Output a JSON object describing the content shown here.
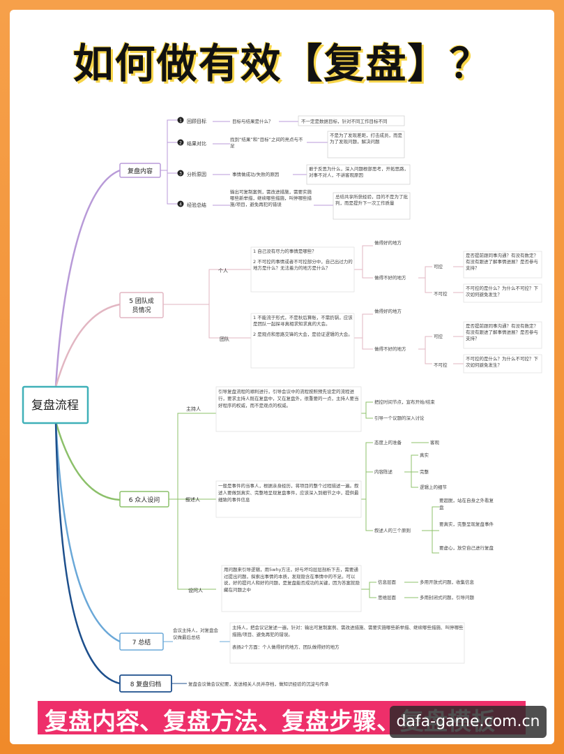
{
  "title": "如何做有效【复盘】？",
  "root": "复盘流程",
  "sections": {
    "content": {
      "label": "复盘内容",
      "items": [
        {
          "num": "1",
          "name": "回顾目标",
          "desc": "目标与结果是什么？",
          "note": "不一定是数据目标，针对不同工作目标不同"
        },
        {
          "num": "2",
          "name": "结果对比",
          "desc": "找到“结果”和“目标”之间的亮点与不足",
          "note": "不是为了发现差距，打击成员，而是为了发现问题，解决问题"
        },
        {
          "num": "3",
          "name": "分析原因",
          "desc": "事情做成功/失败的原因",
          "note": "敢于反思为什么，深入问题根部思考，开拓思路，对事不对人，不讲客观原因"
        },
        {
          "num": "4",
          "name": "经验总结",
          "desc": "输出可复制案例，需改进措施，需要实施哪些新举措，继续哪些措施，叫停哪些措施/项目，避免再犯的错误",
          "note": "总结共享所获经验，目的不是为了批判，而是提升下一次工作质量"
        }
      ]
    },
    "team": {
      "label_line1": "5 团队成",
      "label_line2": "员情况",
      "person": {
        "label": "个人",
        "q1": "1 自己没有尽力的事情是哪些？",
        "q2": "2 不可控的事情或者不可控部分中，自己出过力的地方是什么？无法着力的地方是什么？",
        "good": "做得好的地方",
        "bad": "做得不好的地方",
        "ctrl": "可控",
        "unctrl": "不可控",
        "ctrl_note": "是否提前跟同事沟通？有没有数定？有没有跟进了解事情进展？是否参与支持？",
        "unctrl_note": "不可控的是什么？为什么不可控？下次如何避免发生？"
      },
      "group": {
        "label": "团队",
        "q1": "1 不能流于形式，不是秋后算账，不需扔锅，应该是团队一起探寻真相求知求真的大会。",
        "q2": "2 是观点和思路交锋的大会，是验证逻辑的大会。",
        "good": "做得好的地方",
        "bad": "做得不好的地方",
        "ctrl": "可控",
        "unctrl": "不可控",
        "ctrl_note": "是否提前跟同事沟通？有没有数定？有没有跟进了解事情进展？是否参与支持？",
        "unctrl_note": "不可控的是什么？为什么不可控？下次如何避免发生？"
      }
    },
    "discuss": {
      "label": "6 众人设问",
      "host": {
        "label": "主持人",
        "text": "引导复盘流程的顺利进行，引导会议中的流程按照预先设定的流程进行，要求主持人既在复盘中，又在复盘外，很重要的一点，主持人要当好程序的权威，而不是观点的权威。",
        "r1": "把控时间节点，宣布开始/结束",
        "r2": "引导一个议题的深入讨论"
      },
      "narrator": {
        "label": "叙述人",
        "text": "一般是事件的当事人，根据亲身经历，将项目的整个过程描述一遍。叙述人要做到真实、完整地呈现复盘事件，应该深入到细节之中，提供最细致的事件信息",
        "attitude": "态度上的准备",
        "objective": "客观",
        "content": "内容陈述",
        "c1": "真实",
        "c2": "完整",
        "c3": "逻辑上的细节",
        "three": "叙述人的三个原则",
        "p1": "要超脱，站在自身之外看复盘",
        "p2": "要真实，完整呈现复盘事件",
        "p3": "要虚心，放空自己进行复盘"
      },
      "questioner": {
        "label": "设问人",
        "text": "用问题来引导逻辑，用5why方法，好与坏均层层剖析下去，需要通过提出问题，探索出事情的本质，发现隐含在事情中的不足。可以说，好的提问人和好的问题，是复盘能否成功的关键，因为答案就隐藏在问题之中",
        "info": "信息层面",
        "info_note": "多用开放式问题，收集信息",
        "think": "思维层面",
        "think_note": "多用封闭式问题，引导问题"
      }
    },
    "summary": {
      "label": "7 总结",
      "who": "会议主持人，对复盘会议做最后总结",
      "text1": "主持人，把会议记复述一遍，针对：输出可复制案例、需改进措施、需要实施哪些新举措、继续哪些措施、叫停哪些措施/项目、避免再犯的错误。",
      "text2": "表扬2个方面：个人做得好的地方、团队做得好的地方"
    },
    "archive": {
      "label": "8 复盘归档",
      "text": "复盘会议做会议纪要，发送相关人员并存档，做知识经验的沉淀与传承"
    }
  },
  "bottom_banner": "复盘内容、复盘方法、复盘步骤、复盘模板",
  "watermark": "dafa-game.com.cn",
  "colors": {
    "content": "#b89ad8",
    "team": "#e2b6c2",
    "discuss": "#8cc06a",
    "summary": "#6aa8d8",
    "archive": "#1d4f8c",
    "root_border": "#3fb0b8",
    "banner": "#ee2f6a"
  }
}
